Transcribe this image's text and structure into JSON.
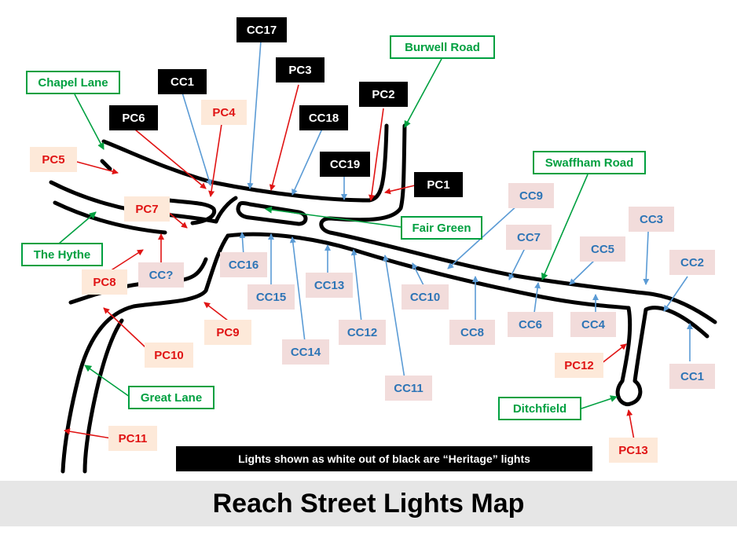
{
  "title": "Reach Street Lights Map",
  "note": "Lights shown as white out of black are “Heritage” lights",
  "colors": {
    "heritage_bg": "#000000",
    "pc_arrow": "#e01414",
    "cc_arrow": "#5b9bd5",
    "road_arrow": "#00a040",
    "title_bar": "#e6e6e6"
  },
  "roads": {
    "chapel_lane": "Chapel Lane",
    "burwell_road": "Burwell Road",
    "swaffham_road": "Swaffham Road",
    "fair_green": "Fair Green",
    "the_hythe": "The Hythe",
    "great_lane": "Great Lane",
    "ditchfield": "Ditchfield"
  },
  "heritage_lights": {
    "cc17": "CC17",
    "cc1": "CC1",
    "pc3": "PC3",
    "pc2": "PC2",
    "pc6": "PC6",
    "cc18": "CC18",
    "cc19": "CC19",
    "pc1": "PC1"
  },
  "pc_lights": {
    "pc4": "PC4",
    "pc5": "PC5",
    "pc7": "PC7",
    "pc8": "PC8",
    "pc9": "PC9",
    "pc10": "PC10",
    "pc11": "PC11",
    "pc12": "PC12",
    "pc13": "PC13"
  },
  "cc_lights": {
    "cc_unknown": "CC?",
    "cc16": "CC16",
    "cc15": "CC15",
    "cc13": "CC13",
    "cc14": "CC14",
    "cc12": "CC12",
    "cc11": "CC11",
    "cc10": "CC10",
    "cc9": "CC9",
    "cc8": "CC8",
    "cc7": "CC7",
    "cc6": "CC6",
    "cc5": "CC5",
    "cc4": "CC4",
    "cc3": "CC3",
    "cc2": "CC2",
    "cc1_east": "CC1"
  }
}
